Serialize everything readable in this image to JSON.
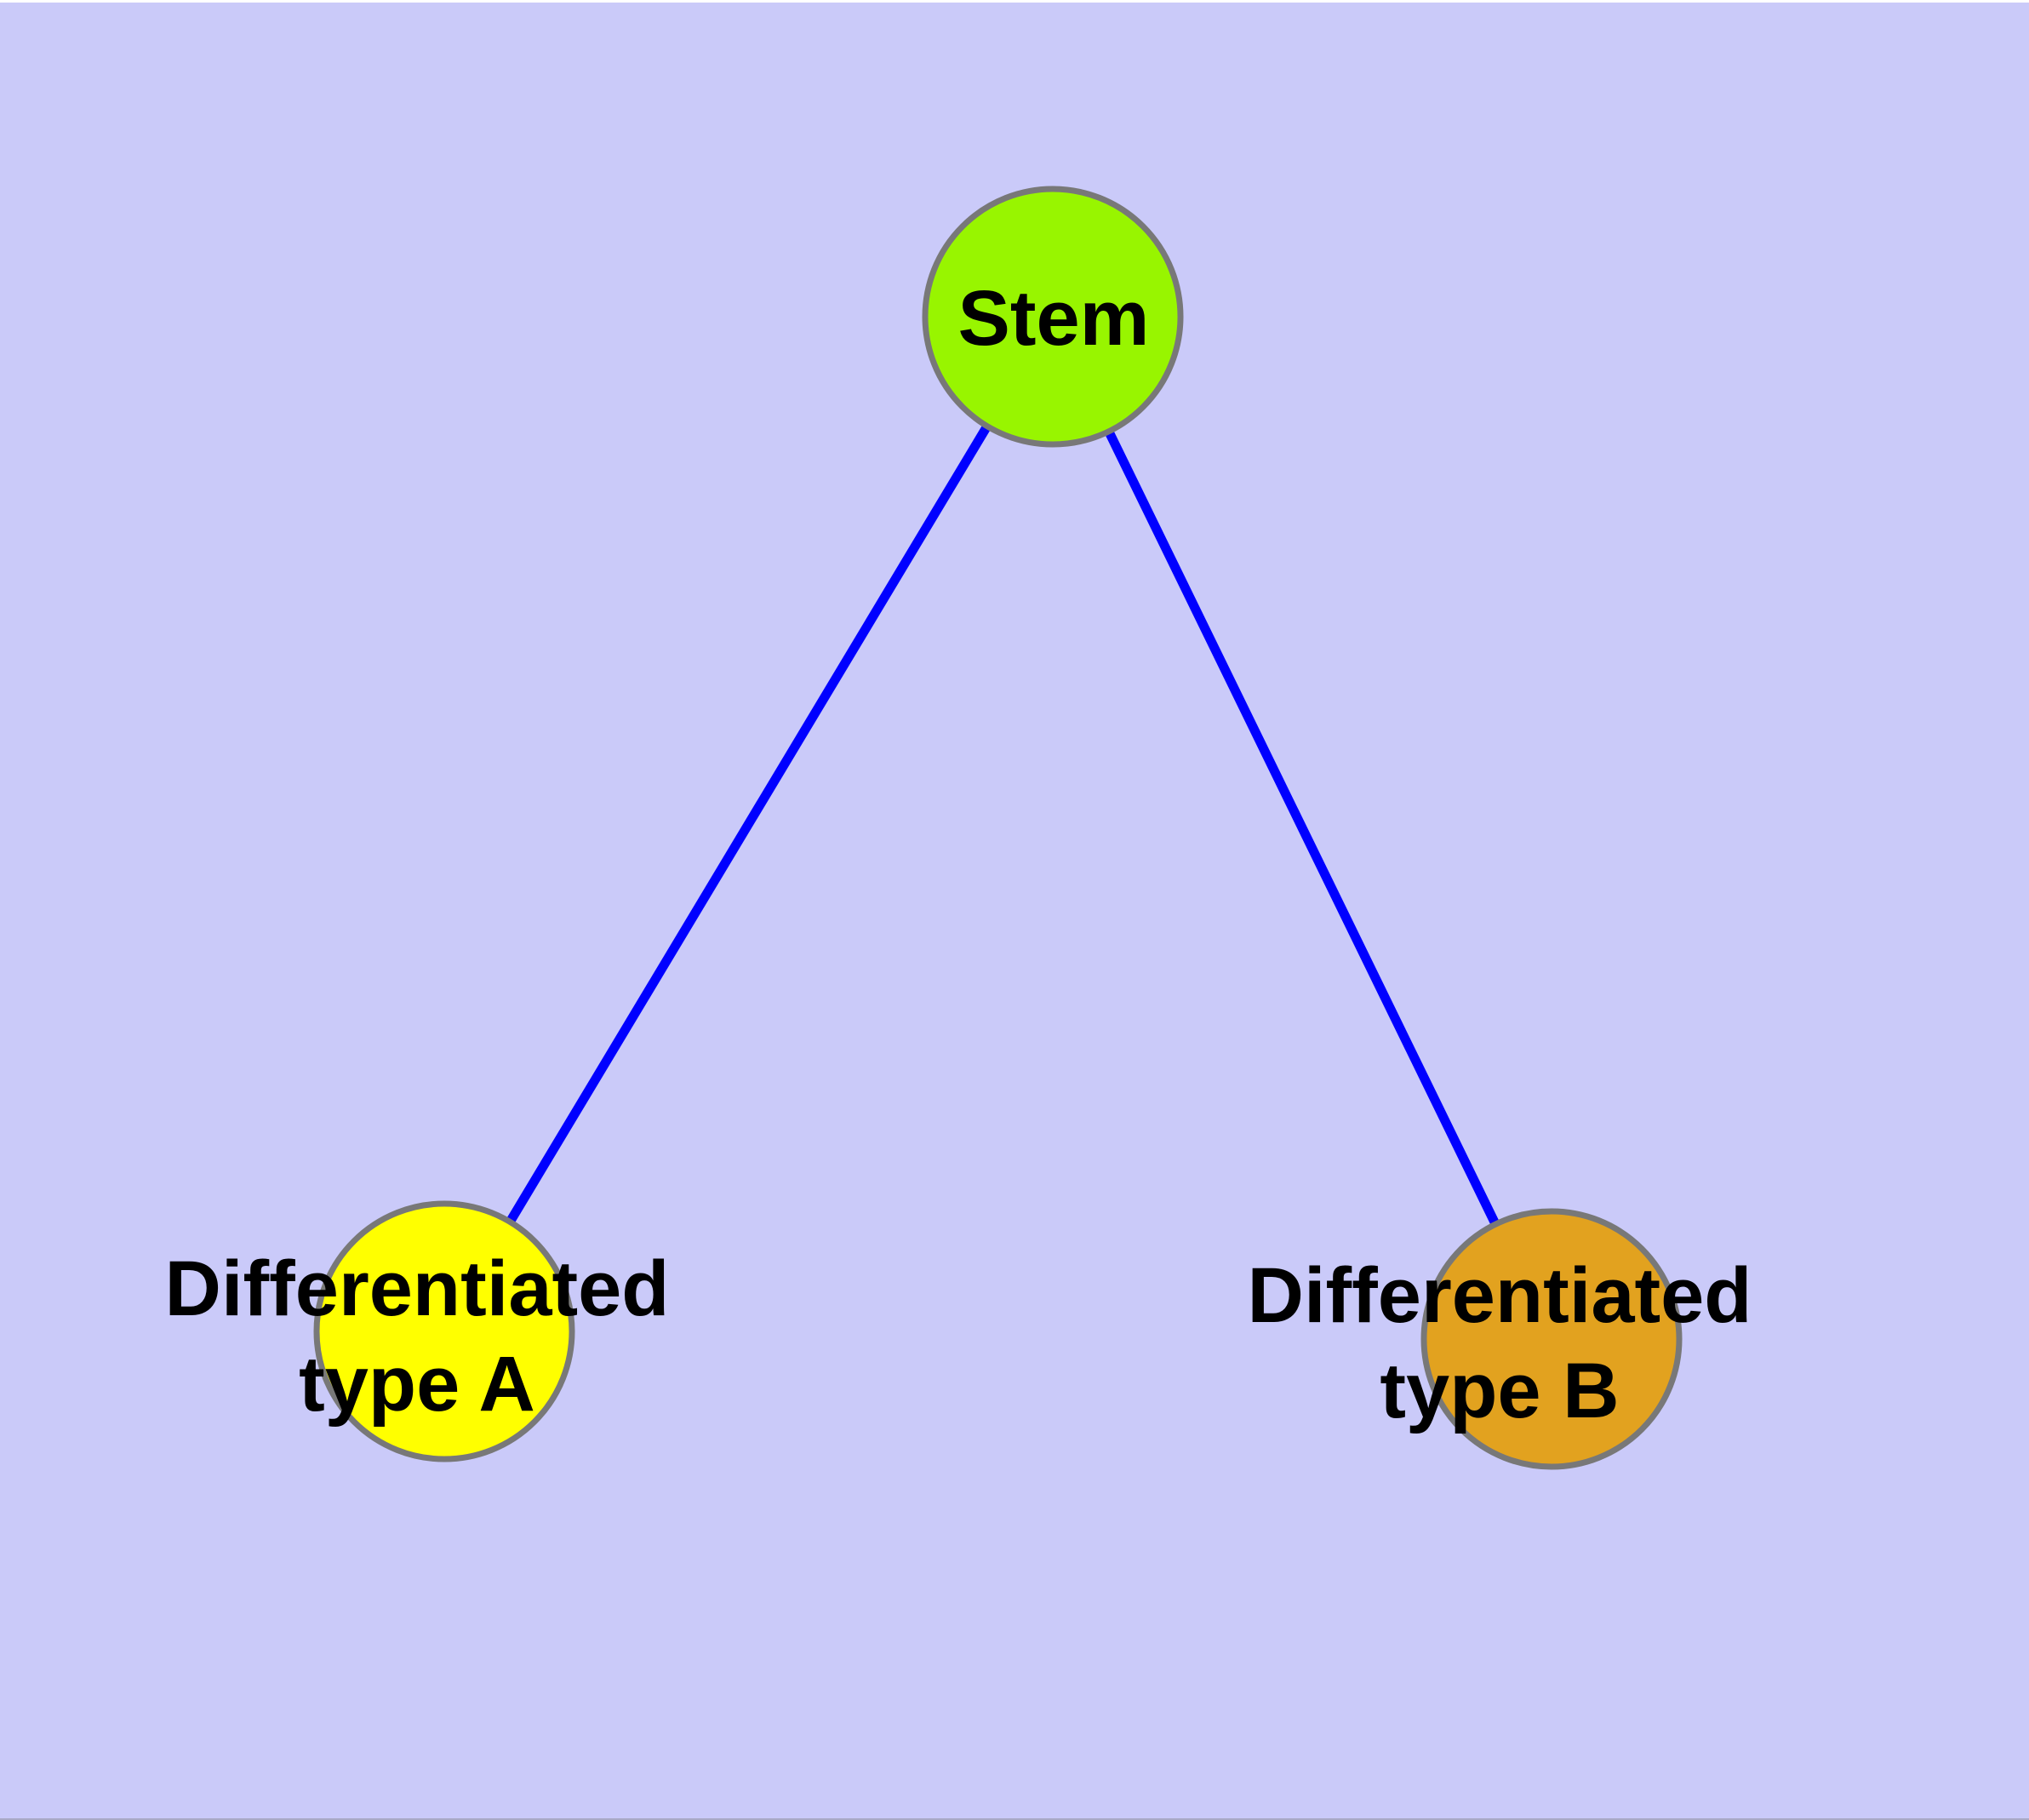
{
  "diagram": {
    "background_color": "#CACAF9",
    "edge_color": "#0000FF",
    "node_border_color": "#787878",
    "label_color": "#000000",
    "nodes": {
      "stem": {
        "label": "Stem",
        "color": "#98F500"
      },
      "type_a": {
        "label_line1": "Differentiated",
        "label_line2": "type A",
        "color": "#FFFF00"
      },
      "type_b": {
        "label_line1": "Differentiated",
        "label_line2": "type B",
        "color": "#E2A21F"
      }
    },
    "edges": [
      {
        "from": "Stem",
        "to": "Differentiated type A"
      },
      {
        "from": "Stem",
        "to": "Differentiated type B"
      }
    ]
  }
}
